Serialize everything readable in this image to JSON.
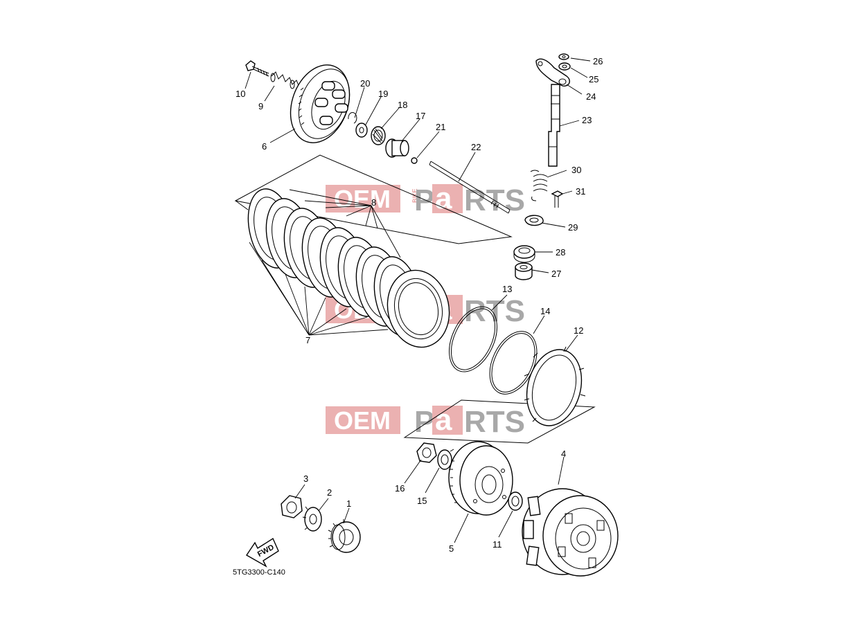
{
  "diagram": {
    "code": "5TG3300-C140",
    "fwd_label": "FWD",
    "watermark": {
      "oem": "OEM",
      "side": "BIKE",
      "p": "P",
      "a": "a",
      "rts": "RTS",
      "accent": "#e0a0a0"
    },
    "callouts": [
      "1",
      "2",
      "3",
      "4",
      "5",
      "6",
      "7",
      "8",
      "9",
      "10",
      "11",
      "12",
      "13",
      "14",
      "15",
      "16",
      "17",
      "18",
      "19",
      "20",
      "21",
      "22",
      "23",
      "24",
      "25",
      "26",
      "27",
      "28",
      "29",
      "30",
      "31"
    ]
  }
}
